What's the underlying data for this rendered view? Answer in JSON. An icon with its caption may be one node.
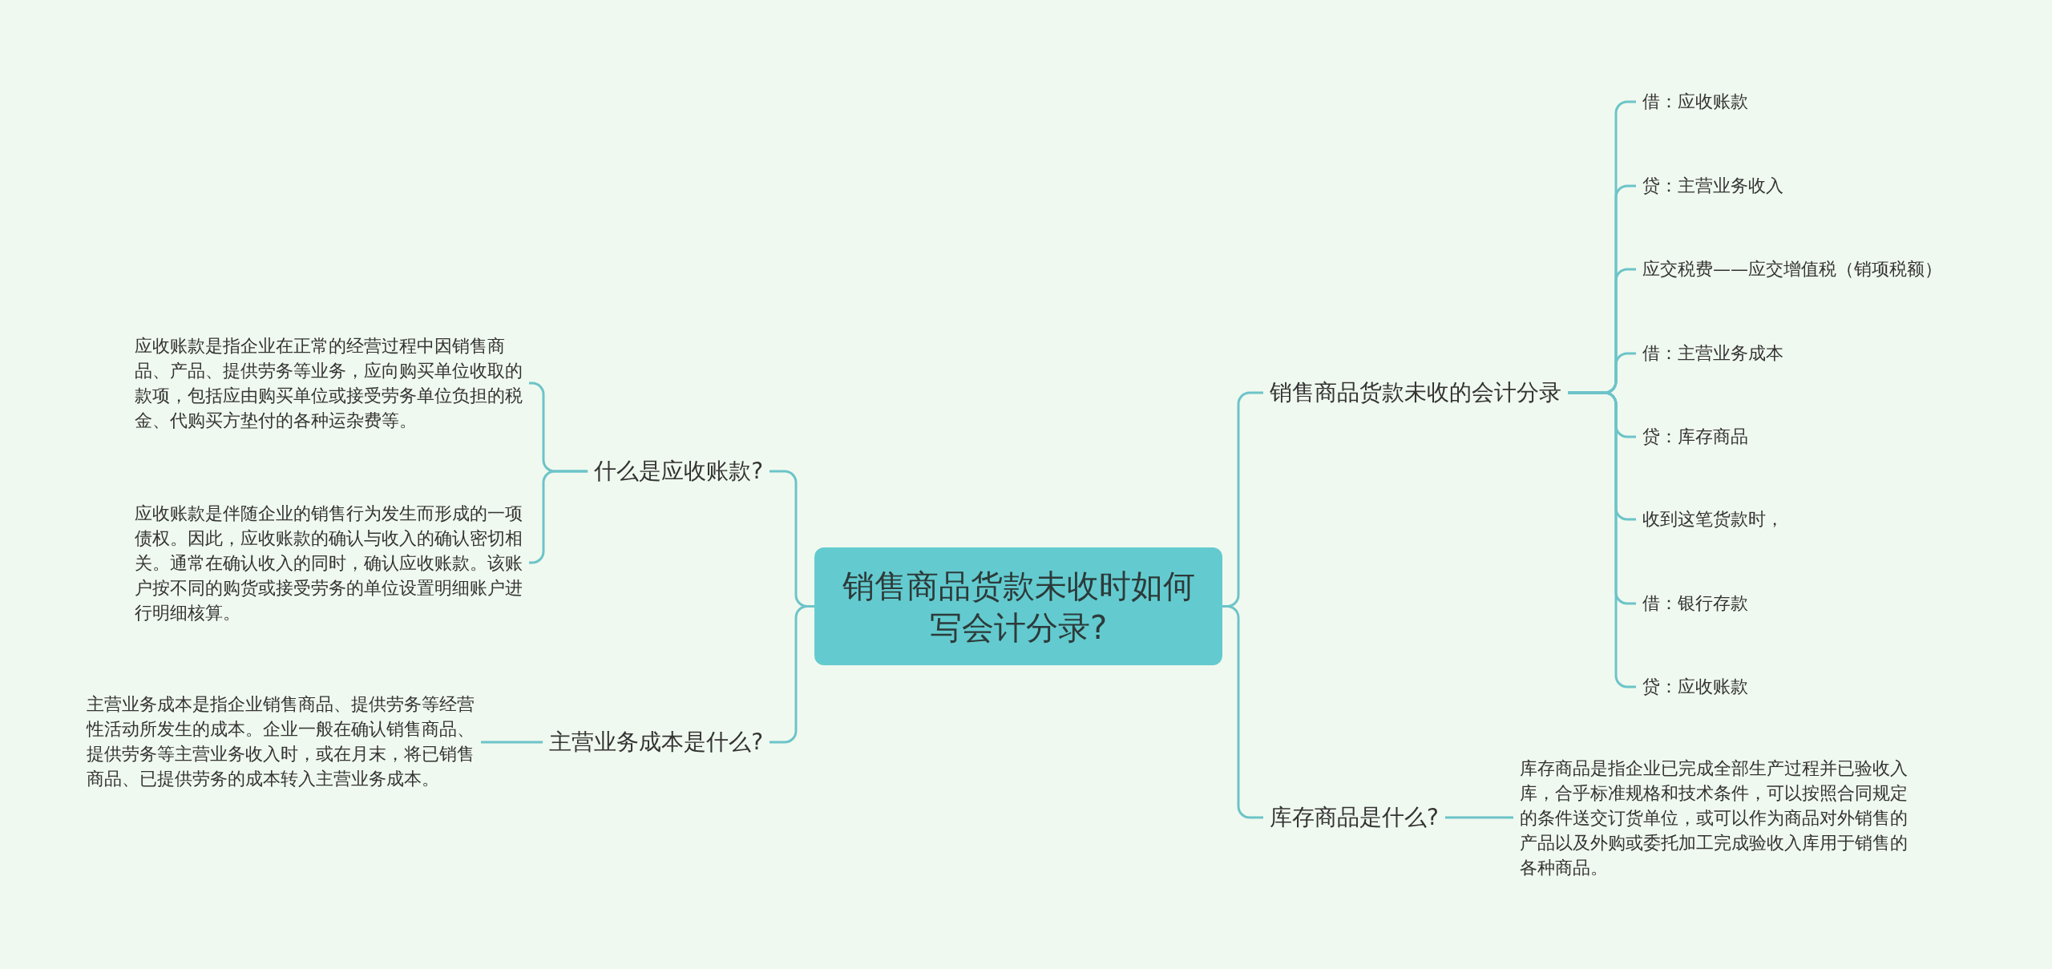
{
  "diagram": {
    "nodes": [
      {
        "text": [
          "销售商品货款未收时如何写会计分录?"
        ]
      },
      {
        "text": [
          "什么是应收账款?"
        ]
      },
      {
        "text": [
          "应收账款是指企业在正常的经营过程中因销售商品、产品、提供劳务等业务，应向购买单位收取的款项，包括应由购买单位或接受劳务单位负担的税金、代购买方垫付的各种运杂费等。"
        ]
      },
      {
        "text": [
          "应收账款是伴随企业的销售行为发生而形成的一项债权。因此，应收账款的确认与收入的确认密切相关。通常在确认收入的同时，确认应收账款。该账户按不同的购货或接受劳务的单位设置明细账户进行明细核算。"
        ]
      },
      {
        "text": [
          "主营业务成本是什么?"
        ]
      },
      {
        "text": [
          "主营业务成本是指企业销售商品、提供劳务等经营性活动所发生的成本。企业一般在确认销售商品、提供劳务等主营业务收入时，或在月末，将已销售商品、已提供劳务的成本转入主营业务成本。"
        ]
      },
      {
        "text": [
          "销售商品货款未收的会计分录"
        ]
      },
      {
        "text": [
          "借：应收账款"
        ]
      },
      {
        "text": [
          "贷：主营业务收入"
        ]
      },
      {
        "text": [
          "应交税费——应交增值税（销项税额）"
        ]
      },
      {
        "text": [
          "借：主营业务成本"
        ]
      },
      {
        "text": [
          "贷：库存商品"
        ]
      },
      {
        "text": [
          "收到这笔货款时，"
        ]
      },
      {
        "text": [
          "借：银行存款"
        ]
      },
      {
        "text": [
          "贷：应收账款"
        ]
      },
      {
        "text": [
          "库存商品是什么?"
        ]
      },
      {
        "text": [
          "库存商品是指企业已完成全部生产过程并已验收入库，合乎标准规格和技术条件，可以按照合同规定的条件送交订货单位，或可以作为商品对外销售的产品以及外购或委托加工完成验收入库用于销售的各种商品。"
        ]
      }
    ],
    "edges": [
      {
        "from": 0,
        "to": 1,
        "arrow": "none"
      },
      {
        "from": 1,
        "to": 2,
        "arrow": "none"
      },
      {
        "from": 1,
        "to": 3,
        "arrow": "none"
      },
      {
        "from": 0,
        "to": 4,
        "arrow": "none"
      },
      {
        "from": 4,
        "to": 5,
        "arrow": "none"
      },
      {
        "from": 0,
        "to": 6,
        "arrow": "none"
      },
      {
        "from": 6,
        "to": 7,
        "arrow": "none"
      },
      {
        "from": 6,
        "to": 8,
        "arrow": "none"
      },
      {
        "from": 6,
        "to": 9,
        "arrow": "none"
      },
      {
        "from": 6,
        "to": 10,
        "arrow": "none"
      },
      {
        "from": 6,
        "to": 11,
        "arrow": "none"
      },
      {
        "from": 6,
        "to": 12,
        "arrow": "none"
      },
      {
        "from": 6,
        "to": 13,
        "arrow": "none"
      },
      {
        "from": 6,
        "to": 14,
        "arrow": "none"
      },
      {
        "from": 0,
        "to": 15,
        "arrow": "none"
      },
      {
        "from": 15,
        "to": 16,
        "arrow": "none"
      }
    ]
  }
}
